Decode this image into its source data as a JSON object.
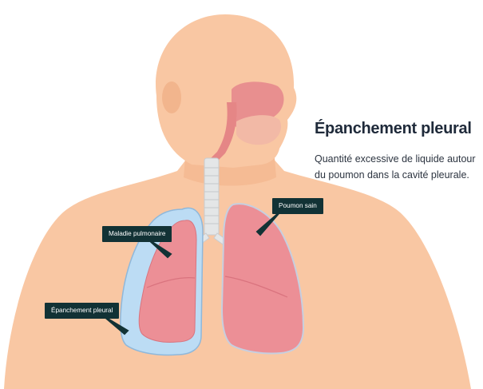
{
  "title": "Épanchement pleural",
  "description": "Quantité excessive de liquide autour du poumon dans la cavité pleurale.",
  "labels": {
    "disease_lung": "Maladie pulmonaire",
    "healthy_lung": "Poumon sain",
    "pleural_effusion": "Épanchement pleural"
  },
  "colors": {
    "skin": "#f9c7a3",
    "skin_shadow": "#f0b08a",
    "lung": "#ec8f96",
    "lung_dark": "#d9737e",
    "fluid": "#bcdcf4",
    "trachea": "#dfe1e2",
    "label_bg": "#123235"
  }
}
